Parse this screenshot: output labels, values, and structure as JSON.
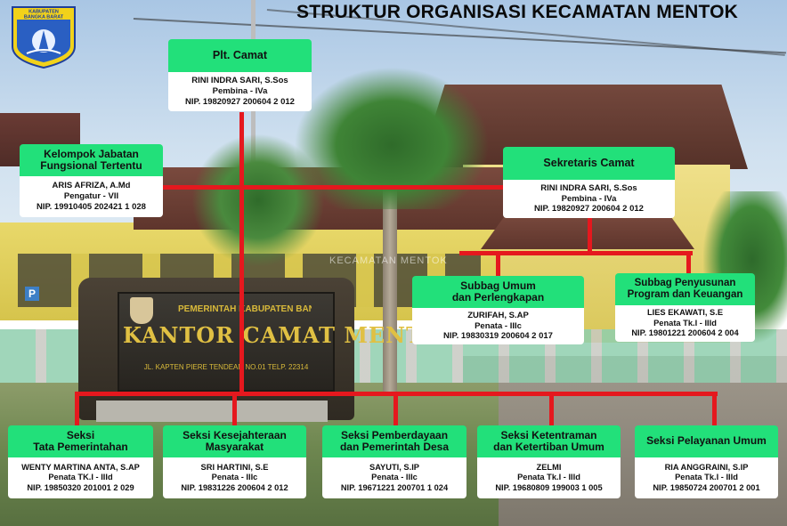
{
  "title": "STRUKTUR ORGANISASI KECAMATAN MENTOK",
  "logo": {
    "line1": "KABUPATEN",
    "line2": "BANGKA BARAT"
  },
  "watermark": "KECAMATAN MENTOK",
  "photo": {
    "plaque_top": "PEMERINTAH KABUPATEN BANGKA BARAT",
    "plaque_main": "KANTOR CAMAT MENTOK",
    "plaque_address": "JL. KAPTEN PIERE TENDEAN NO.01 TELP. 22314",
    "parking_sign": "P"
  },
  "colors": {
    "header_green": "#22e07a",
    "connector_red": "#e5181e",
    "body_white": "#ffffff"
  },
  "org": {
    "camat": {
      "header": "Plt. Camat",
      "name": "RINI INDRA SARI, S.Sos",
      "rank": "Pembina - IVa",
      "nip": "NIP. 19820927 200604 2 012"
    },
    "fungsional": {
      "header1": "Kelompok Jabatan",
      "header2": "Fungsional Tertentu",
      "name": "ARIS AFRIZA, A.Md",
      "rank": "Pengatur - VII",
      "nip": "NIP. 19910405 202421 1 028"
    },
    "sekretaris": {
      "header": "Sekretaris Camat",
      "name": "RINI INDRA SARI, S.Sos",
      "rank": "Pembina - IVa",
      "nip": "NIP. 19820927 200604 2 012"
    },
    "subbag_umum": {
      "header1": "Subbag Umum",
      "header2": "dan Perlengkapan",
      "name": "ZURIFAH, S.AP",
      "rank": "Penata - IIIc",
      "nip": "NIP. 19830319 200604 2 017"
    },
    "subbag_program": {
      "header1": "Subbag Penyusunan",
      "header2": "Program dan Keuangan",
      "name": "LIES EKAWATI, S.E",
      "rank": "Penata Tk.I - IIId",
      "nip": "NIP. 19801221 200604 2 004"
    },
    "seksi_pemerintahan": {
      "header1": "Seksi",
      "header2": "Tata Pemerintahan",
      "name": "WENTY MARTINA ANTA, S.AP",
      "rank": "Penata TK.I - IIId",
      "nip": "NIP. 19850320 201001 2 029"
    },
    "seksi_kesejahteraan": {
      "header1": "Seksi Kesejahteraan",
      "header2": "Masyarakat",
      "name": "SRI HARTINI, S.E",
      "rank": "Penata - IIIc",
      "nip": "NIP. 19831226 200604 2 012"
    },
    "seksi_pemberdayaan": {
      "header1": "Seksi Pemberdayaan",
      "header2": "dan Pemerintah Desa",
      "name": "SAYUTI, S.IP",
      "rank": "Penata - IIIc",
      "nip": "NIP. 19671221 200701 1 024"
    },
    "seksi_ketentraman": {
      "header1": "Seksi Ketentraman",
      "header2": "dan Ketertiban Umum",
      "name": "ZELMI",
      "rank": "Penata Tk.I - IIId",
      "nip": "NIP. 19680809 199003 1 005"
    },
    "seksi_pelayanan": {
      "header": "Seksi Pelayanan Umum",
      "name": "RIA ANGGRAINI, S.IP",
      "rank": "Penata Tk.I - IIId",
      "nip": "NIP. 19850724 200701 2 001"
    }
  }
}
